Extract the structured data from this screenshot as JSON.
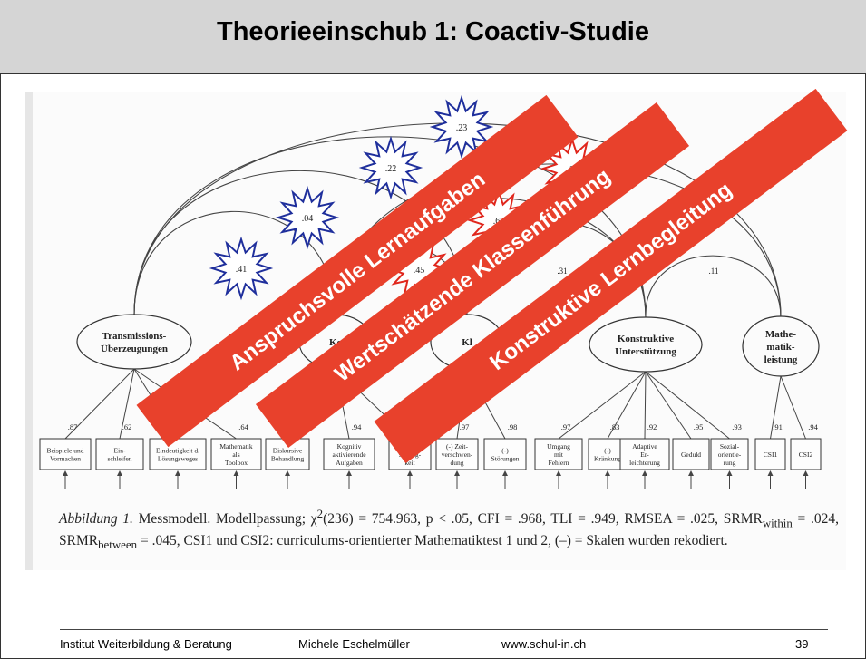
{
  "slide": {
    "title": "Theorieeinschub 1: Coactiv-Studie"
  },
  "diagram": {
    "latent_factors": [
      {
        "id": "transmission",
        "lines": [
          "Transmissions-",
          "Überzeugungen"
        ]
      },
      {
        "id": "kog",
        "lines": [
          "Ko"
        ]
      },
      {
        "id": "kl",
        "lines": [
          "Kl"
        ]
      },
      {
        "id": "konstruktive",
        "lines": [
          "Konstruktive",
          "Unterstützung"
        ]
      },
      {
        "id": "mathe",
        "lines": [
          "Mathe-",
          "matik-",
          "leistung"
        ]
      }
    ],
    "indicators": [
      {
        "lines": [
          "Beispiele und",
          "Vormachen"
        ],
        "loading": ".87"
      },
      {
        "lines": [
          "Ein-",
          "schleifen"
        ],
        "loading": ".62"
      },
      {
        "lines": [
          "Eindeutigkeit d.",
          "Lösungsweges"
        ],
        "loading": ""
      },
      {
        "lines": [
          "Mathematik",
          "als",
          "Toolbox"
        ],
        "loading": ".64"
      },
      {
        "lines": [
          "Diskursive",
          "Behandlung"
        ],
        "loading": ""
      },
      {
        "lines": [
          "Kognitiv",
          "aktivierende",
          "Aufgaben"
        ],
        "loading": ".94"
      },
      {
        "lines": [
          "Selbst-",
          "ständig-",
          "keit"
        ],
        "loading": ""
      },
      {
        "lines": [
          "(-) Zeit-",
          "verschwen-",
          "dung"
        ],
        "loading": ".97"
      },
      {
        "lines": [
          "(-)",
          "Störungen"
        ],
        "loading": ".98"
      },
      {
        "lines": [
          "Umgang",
          "mit",
          "Fehlern"
        ],
        "loading": ".97"
      },
      {
        "lines": [
          "(-)",
          "Kränkung"
        ],
        "loading": ".83"
      },
      {
        "lines": [
          "Adaptive",
          "Er-",
          "leichterung"
        ],
        "loading": ".92"
      },
      {
        "lines": [
          "Geduld"
        ],
        "loading": ".95"
      },
      {
        "lines": [
          "Sozial-",
          "orientie-",
          "rung"
        ],
        "loading": ".93"
      },
      {
        "lines": [
          "CSI1"
        ],
        "loading": ".91"
      },
      {
        "lines": [
          "CSI2"
        ],
        "loading": ".94"
      }
    ],
    "correlations": [
      ".23",
      ".22",
      ".11",
      ".04",
      ".68",
      ".41",
      ".45",
      ".31",
      ".11"
    ],
    "banners": [
      "Anspruchsvolle Lernaufgaben",
      "Wertschätzende Klassenführung",
      "Konstruktive Lernbegleitung"
    ],
    "burst_colors": {
      "blue": "#1f2f9c",
      "red": "#e0261c"
    },
    "banner_color": "#e8412c"
  },
  "caption": {
    "label": "Abbildung 1.",
    "text_1": " Messmodell. Modellpassung; χ",
    "sup": "2",
    "text_2": "(236) = 754.963, p < .05, CFI = .968, TLI = .949, RMSEA = .025, SRMR",
    "sub_within": "within",
    "text_3": " = .024, SRMR",
    "sub_between": "between",
    "text_4": " = .045, CSI1 und CSI2: curriculums-orientierter Mathematiktest 1 und 2, (–) = Skalen wurden rekodiert."
  },
  "footer": {
    "institute": "Institut Weiterbildung & Beratung",
    "author": "Michele Eschelmüller",
    "website": "www.schul-in.ch",
    "page": "39"
  }
}
